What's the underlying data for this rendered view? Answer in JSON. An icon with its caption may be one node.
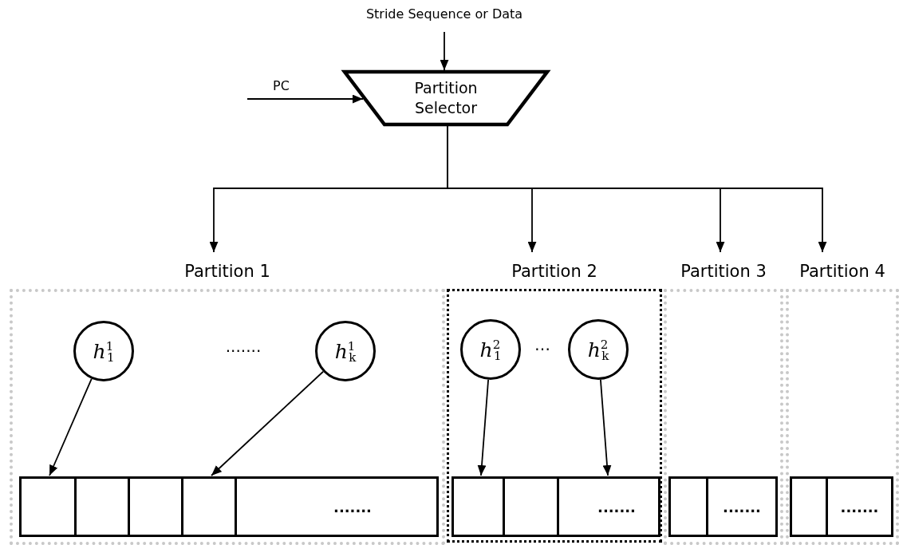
{
  "diagram": {
    "nodes": [
      {
        "text": [
          "Stride Sequence or Data"
        ]
      },
      {
        "text": [
          "Partition Selector"
        ]
      },
      {
        "text": [
          "Partition 1"
        ]
      },
      {
        "text": [
          "*h*$^{1}$$_{1}$"
        ],
        "in": 2
      },
      {
        "text": [
          "*h*$^{1}$$_{k}$"
        ],
        "in": 2
      },
      {
        "text": [],
        "shape": "box",
        "in": 2
      },
      {
        "text": [],
        "shape": "box",
        "in": 2
      },
      {
        "text": [],
        "shape": "box",
        "in": 2
      },
      {
        "text": [],
        "shape": "box",
        "in": 2
      },
      {
        "text": [
          "......."
        ],
        "in": 2
      },
      {
        "text": [
          "Partition 2"
        ]
      },
      {
        "text": [
          "*h*$^{2}$$_{1}$"
        ],
        "in": 10
      },
      {
        "text": [
          "*h*$^{2}$$_{k}$"
        ],
        "in": 10
      },
      {
        "text": [],
        "shape": "box",
        "in": 10
      },
      {
        "text": [],
        "shape": "box",
        "in": 10
      },
      {
        "text": [
          "......."
        ],
        "in": 10
      },
      {
        "text": [
          "Partition 3"
        ]
      },
      {
        "text": [],
        "shape": "box",
        "in": 16
      },
      {
        "text": [
          "......."
        ],
        "in": 16
      },
      {
        "text": [
          "Partition 4"
        ]
      },
      {
        "text": [],
        "shape": "box",
        "in": 19
      },
      {
        "text": [
          "......."
        ],
        "in": 19
      }
    ],
    "edges": [
      {
        "from": 0,
        "to": 1,
        "arrow": "to"
      },
      {
        "from": null,
        "to": 1,
        "arrow": "to",
        "label": "PC"
      },
      {
        "from": 1,
        "to": 2,
        "arrow": "to"
      },
      {
        "from": 1,
        "to": 10,
        "arrow": "to"
      },
      {
        "from": 1,
        "to": 16,
        "arrow": "to"
      },
      {
        "from": 1,
        "to": 19,
        "arrow": "to"
      },
      {
        "from": 3,
        "to": 5,
        "arrow": "to"
      },
      {
        "from": 4,
        "to": 8,
        "arrow": "to"
      },
      {
        "from": 11,
        "to": 13,
        "arrow": "to"
      },
      {
        "from": 12,
        "to": 15,
        "arrow": "to"
      }
    ],
    "labels": [
      ".......",
      "…"
    ]
  }
}
